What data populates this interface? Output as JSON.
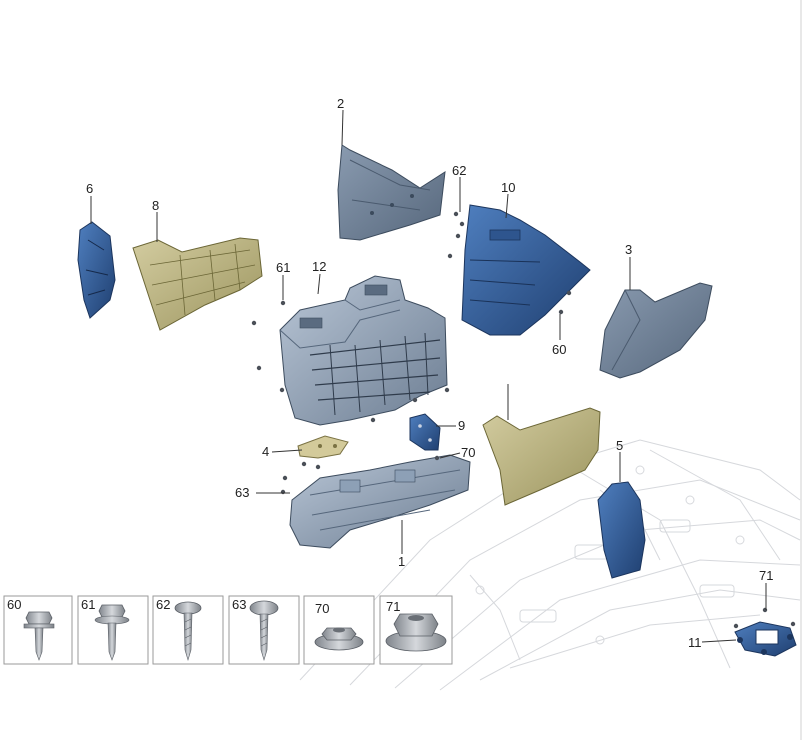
{
  "callouts": {
    "c1": "1",
    "c2": "2",
    "c3": "3",
    "c4": "4",
    "c5": "5",
    "c6": "6",
    "c8": "8",
    "c9": "9",
    "c10": "10",
    "c11": "11",
    "c12": "12",
    "c60": "60",
    "c61": "61",
    "c62": "62",
    "c63": "63",
    "c70": "70",
    "c71": "71"
  },
  "fastener_boxes": [
    "60",
    "61",
    "62",
    "63",
    "70",
    "71"
  ],
  "colors": {
    "blue_dark": "#2a4f86",
    "blue_mid": "#3f6fae",
    "slate": "#6e7f93",
    "slate_light": "#9fb0c2",
    "olive": "#b9b27e",
    "tan": "#c9c29a",
    "metal": "#a6aab0"
  }
}
